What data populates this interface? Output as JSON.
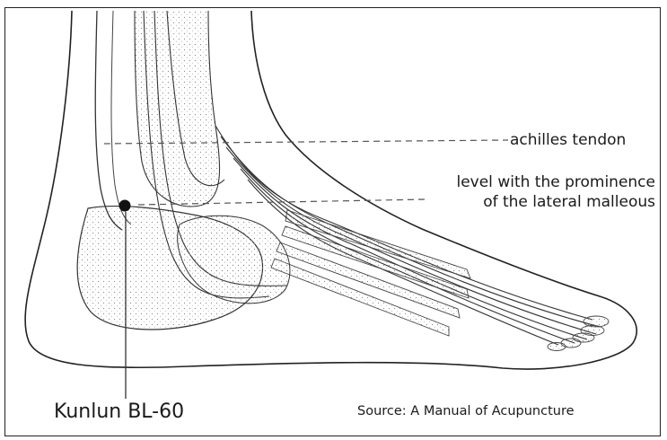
{
  "labels": {
    "achilles": "achilles tendon",
    "level_line1": "level with the prominence",
    "level_line2": "of the lateral malleous",
    "point": "Kunlun BL-60",
    "source": "Source: A Manual of Acupuncture"
  },
  "colors": {
    "ink": "#1a1a1a",
    "point": "#111111",
    "background": "#ffffff"
  }
}
